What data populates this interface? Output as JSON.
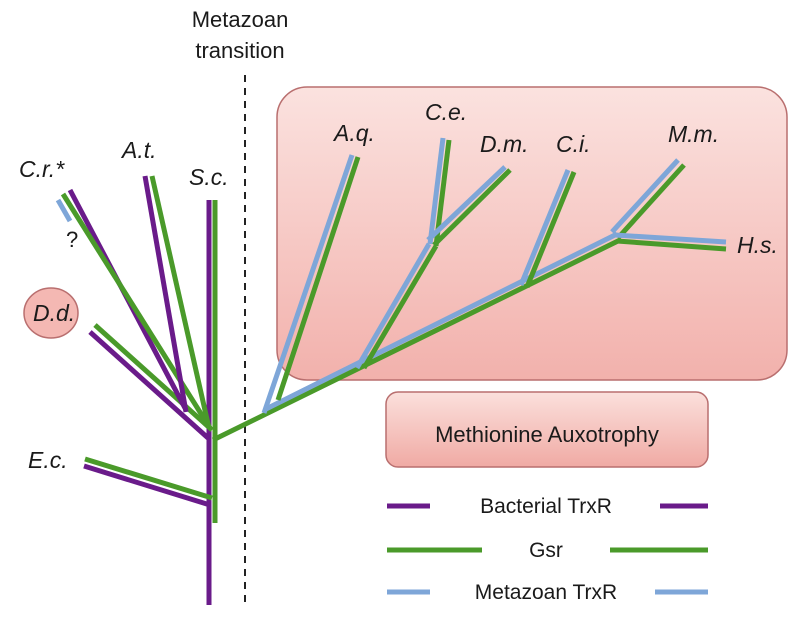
{
  "header": {
    "line1": "Metazoan",
    "line2": "transition"
  },
  "species": {
    "cr": "C.r.*",
    "at": "A.t.",
    "sc": "S.c.",
    "dd": "D.d.",
    "ec": "E.c.",
    "aq": "A.q.",
    "ce": "C.e.",
    "dm": "D.m.",
    "ci": "C.i.",
    "mm": "M.m.",
    "hs": "H.s."
  },
  "uncertain_mark": "?",
  "region_label": "Methionine Auxotrophy",
  "legend": [
    {
      "label": "Bacterial TrxR",
      "color": "#6a1b8a"
    },
    {
      "label": "Gsr",
      "color": "#4a9a2a"
    },
    {
      "label": "Metazoan TrxR",
      "color": "#7ea6d8"
    }
  ],
  "colors": {
    "bacterial_trxr": "#6a1b8a",
    "gsr": "#4a9a2a",
    "metazoan_trxr": "#7ea6d8",
    "box_fill": "#f6c7c2",
    "box_stroke": "#b96f6f"
  }
}
